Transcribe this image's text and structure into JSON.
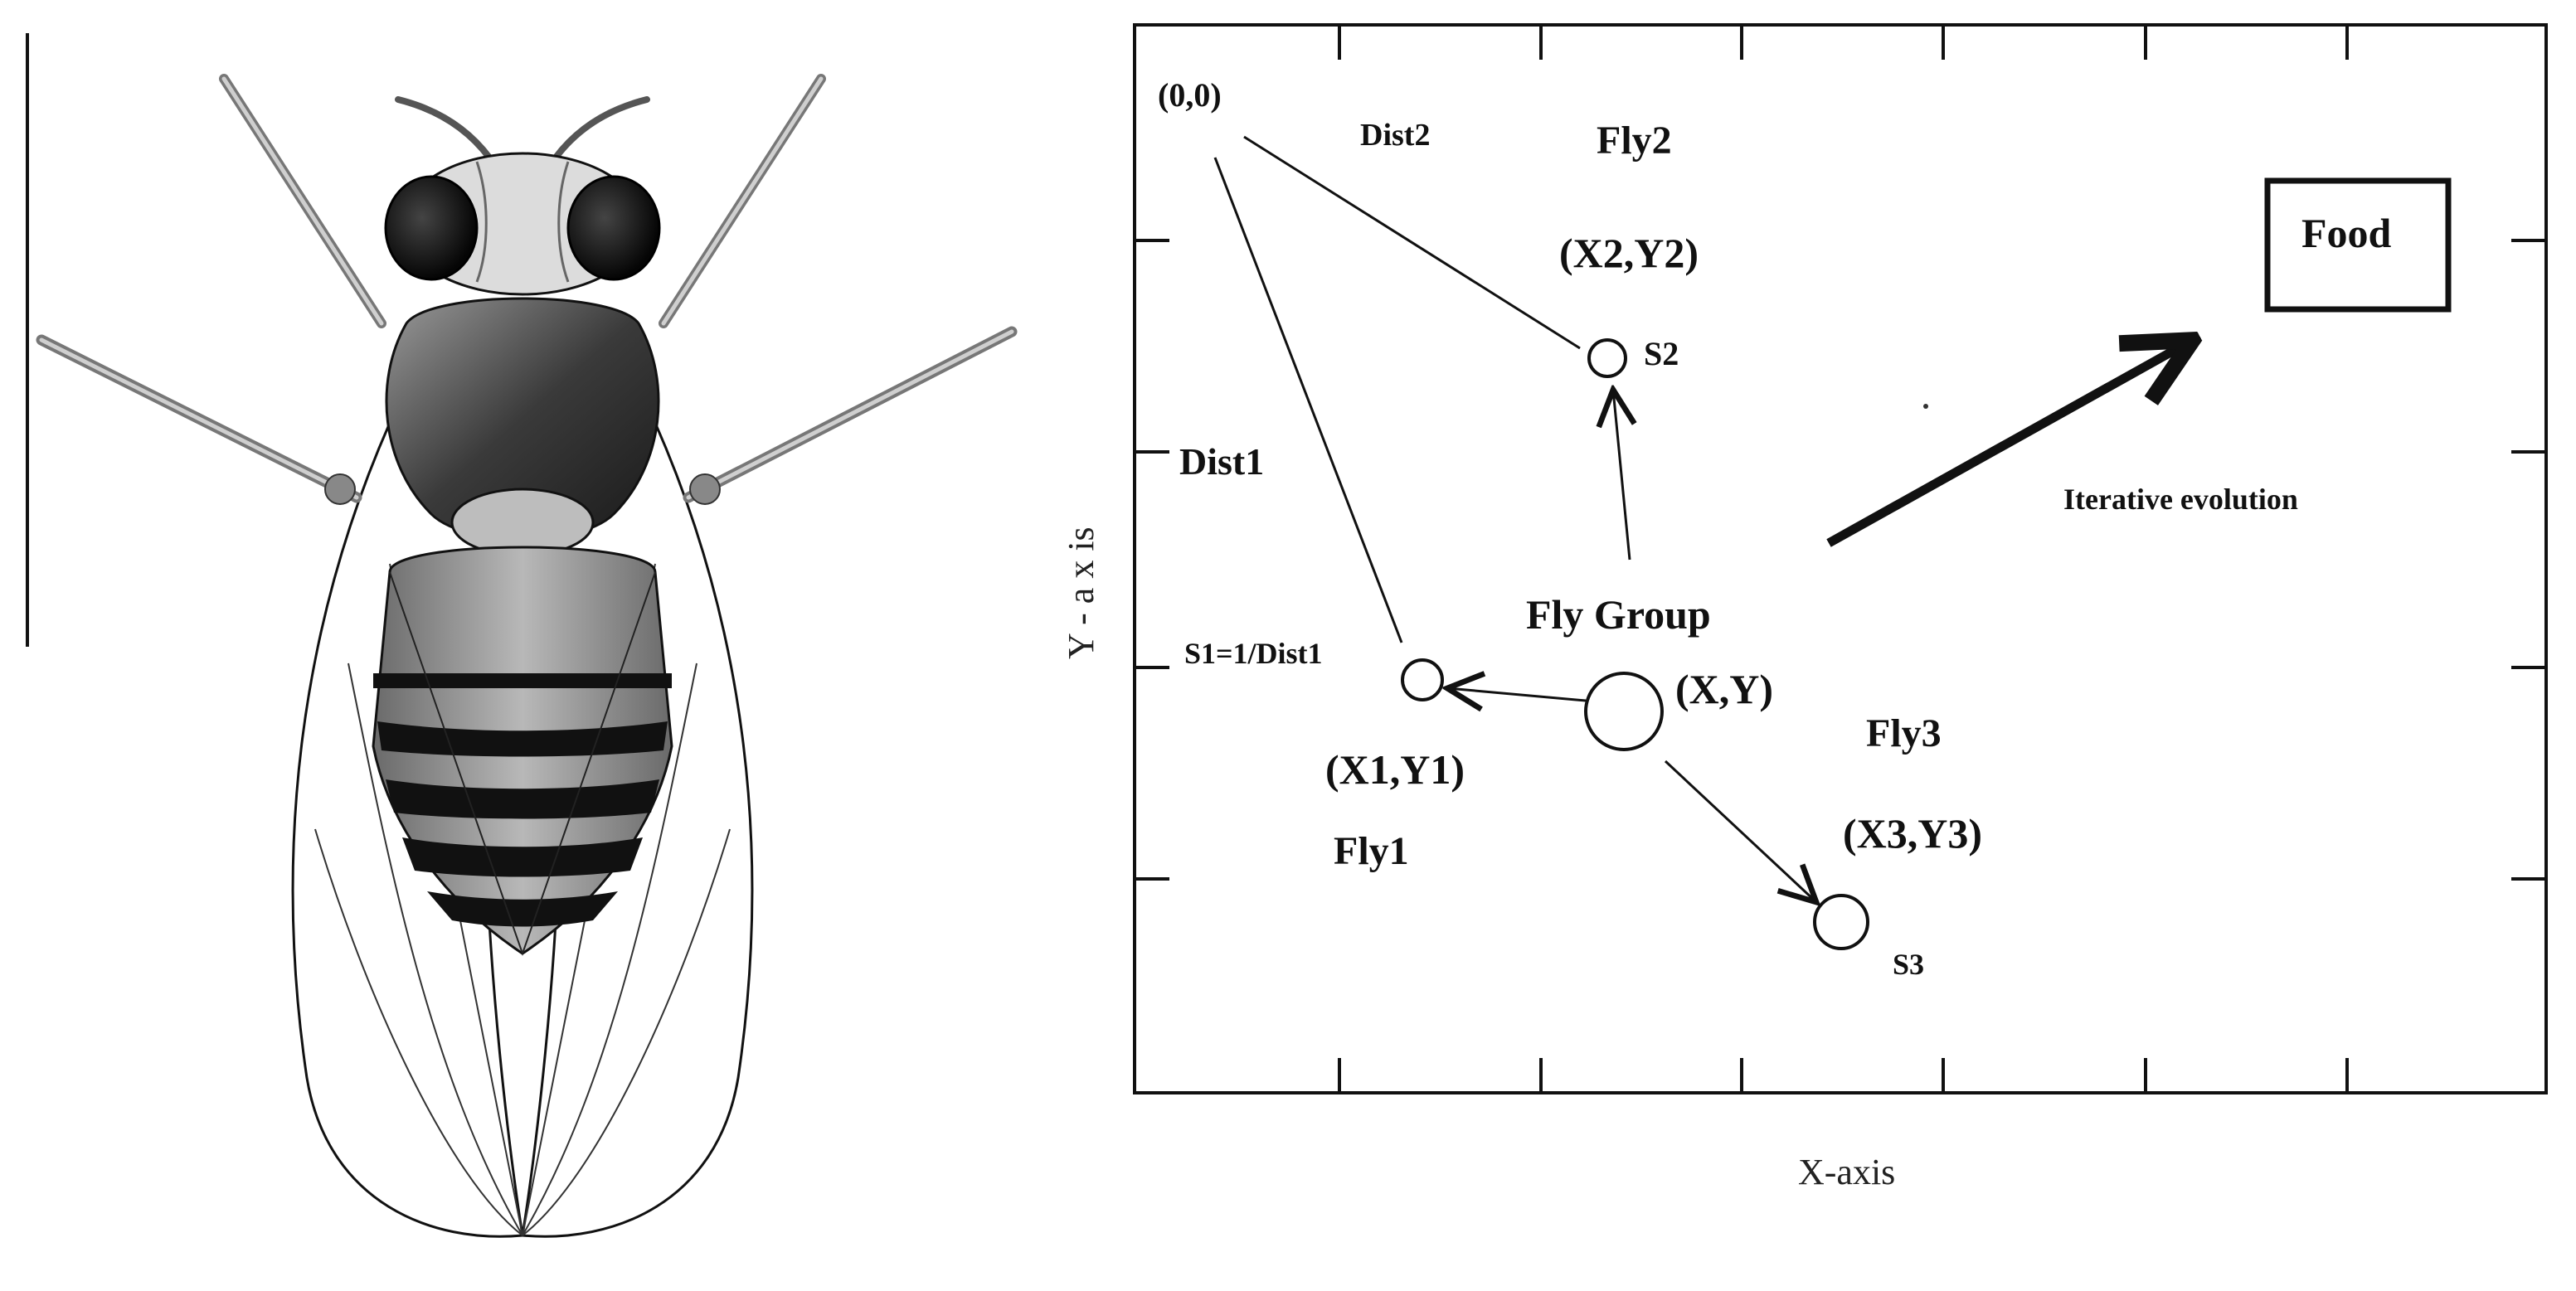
{
  "diagram": {
    "origin_label": "(0,0)",
    "dist1_label": "Dist1",
    "dist2_label": "Dist2",
    "fly2_label": "Fly2",
    "fly2_coord": "(X2,Y2)",
    "s2_label": "S2",
    "food_label": "Food",
    "evolution_label": "Iterative evolution",
    "s1_label": "S1=1/Dist1",
    "group_label": "Fly Group",
    "group_coord": "(X,Y)",
    "fly1_coord": "(X1,Y1)",
    "fly1_label": "Fly1",
    "fly3_label": "Fly3",
    "fly3_coord": "(X3,Y3)",
    "s3_label": "S3",
    "x_axis_label": "X-axis",
    "y_axis_label": "Y - a x is"
  },
  "illustration": {
    "subject": "fruit-fly"
  }
}
